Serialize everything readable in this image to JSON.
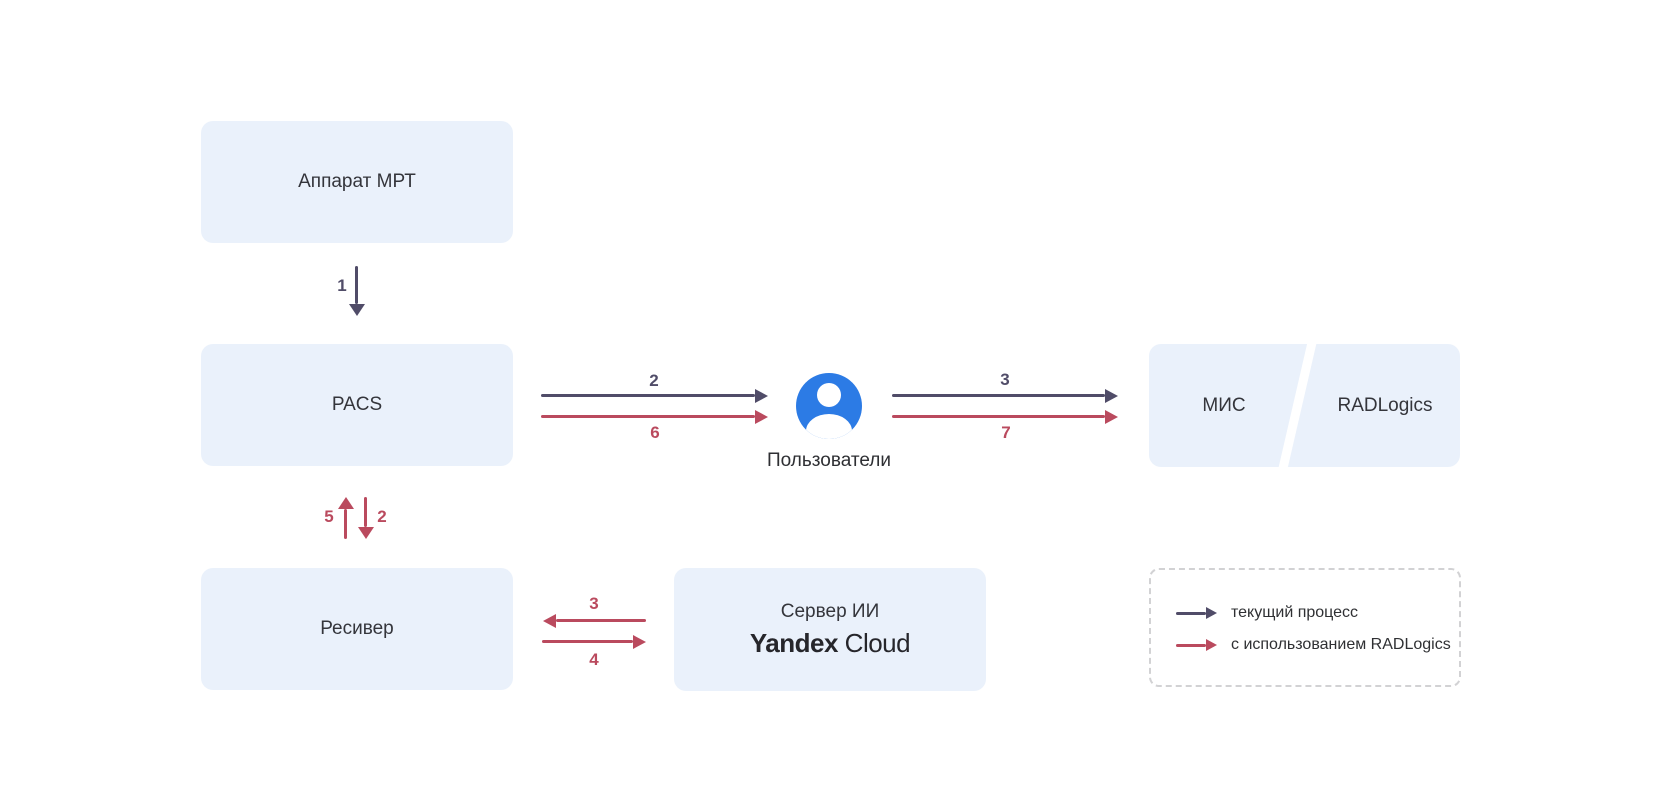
{
  "nodes": {
    "mri": "Аппарат МРТ",
    "pacs": "PACS",
    "receiver": "Ресивер",
    "ai_server_title": "Сервер ИИ",
    "ai_server_logo_word1": "Yandex",
    "ai_server_logo_word2": "Cloud",
    "mis": "МИС",
    "radlogics": "RADLogics",
    "users": "Пользователи"
  },
  "arrow_labels": {
    "mri_to_pacs": "1",
    "pacs_to_users_current": "2",
    "pacs_to_users_radlogics": "6",
    "users_to_mis_current": "3",
    "users_to_mis_radlogics": "7",
    "receiver_to_pacs": "5",
    "pacs_to_receiver": "2",
    "server_to_receiver": "3",
    "receiver_to_server": "4"
  },
  "legend": {
    "current_process": "текущий процесс",
    "with_radlogics": "с использованием RADLogics"
  },
  "colors": {
    "current_process_arrow": "#504C68",
    "radlogics_arrow": "#BA4A5E",
    "node_fill": "#EAF1FB",
    "user_icon_blue": "#2C7BE5"
  }
}
